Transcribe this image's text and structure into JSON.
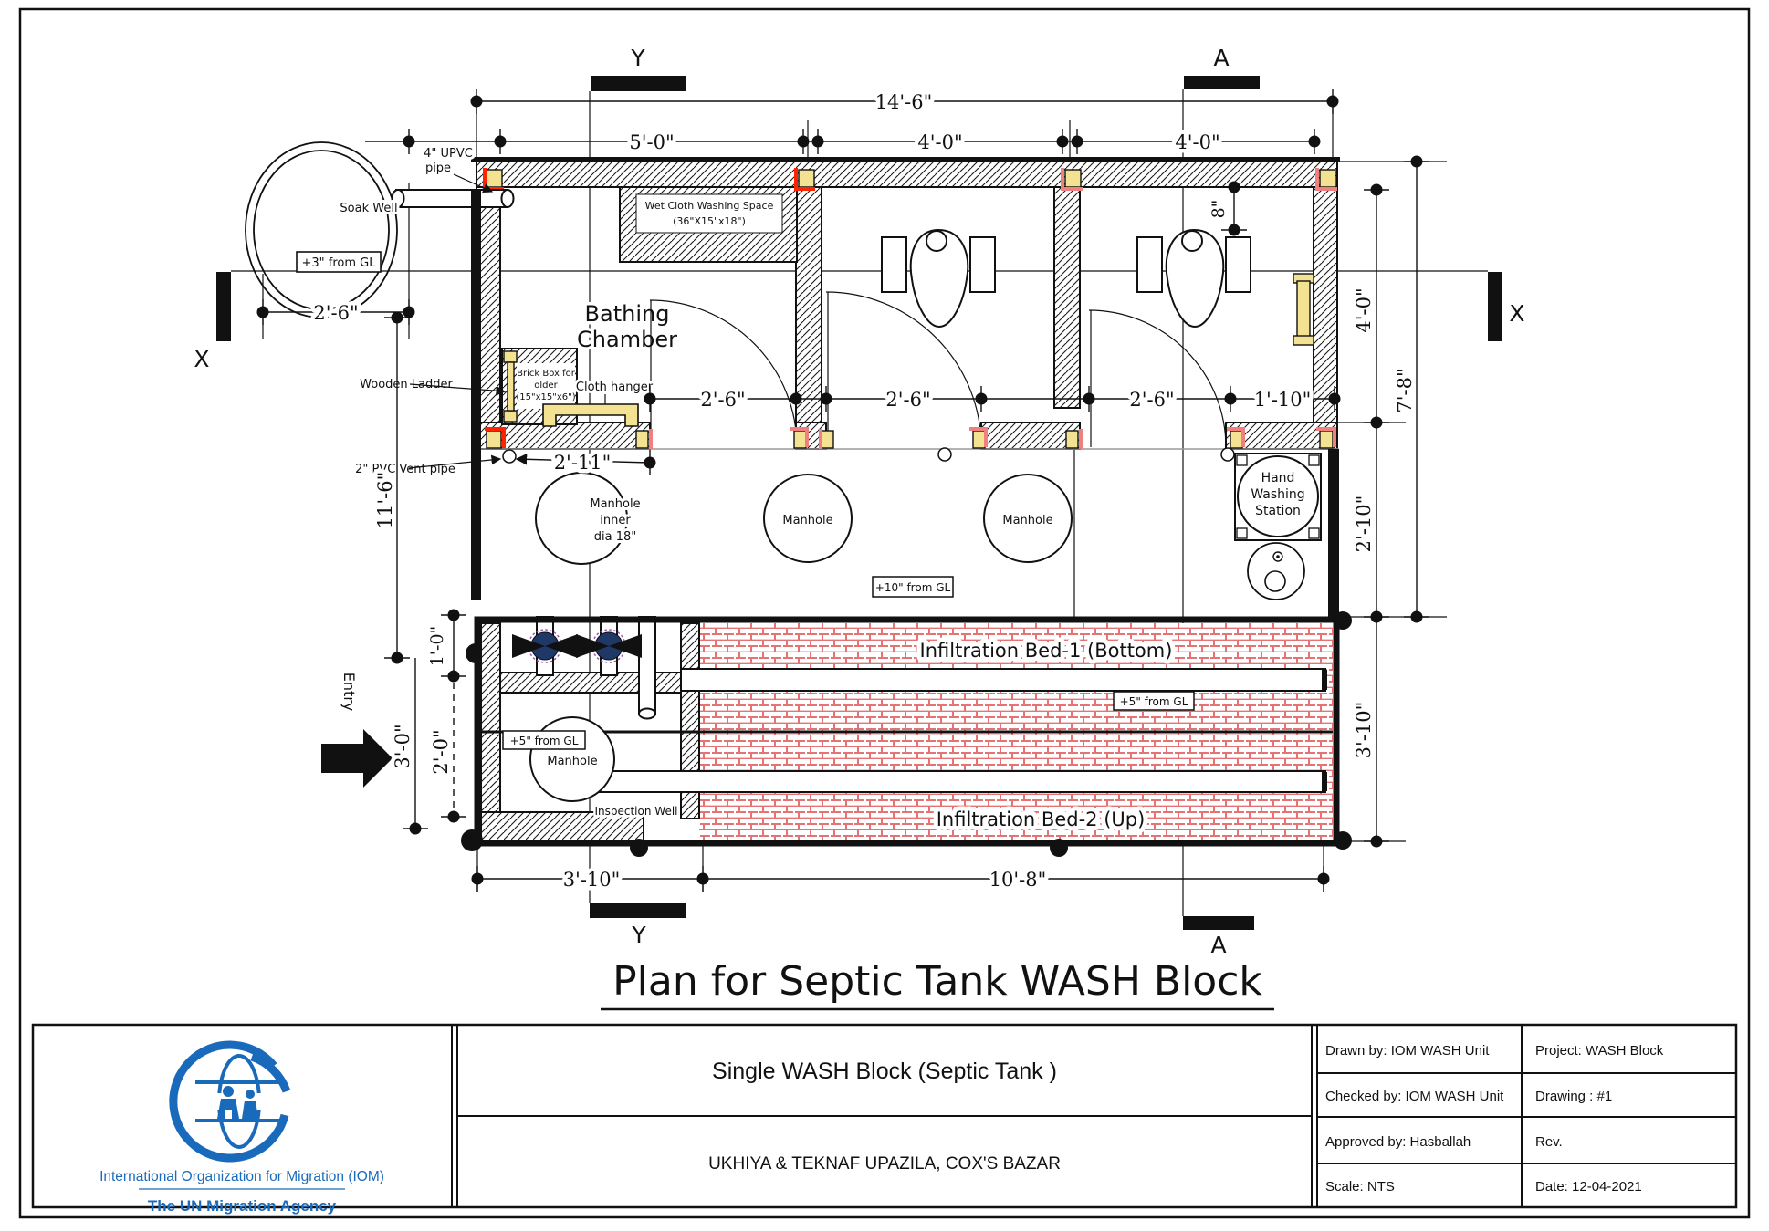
{
  "page": {
    "title": "Plan for Septic Tank WASH Block"
  },
  "colors": {
    "column_yellow": "#F2E292",
    "column_red": "#FF2400",
    "column_pink": "#F08080",
    "valve_navy": "#1F3868",
    "brick_red": "#E57373",
    "iom_blue": "#1A6ABB"
  },
  "markers": {
    "y_top": "Y",
    "a_top": "A",
    "x_left": "X",
    "x_right": "X",
    "y_bottom": "Y",
    "a_bottom": "A"
  },
  "dims": {
    "overall_width": "14'-6\"",
    "bay_1": "5'-0\"",
    "bay_2": "4'-0\"",
    "bay_3": "4'-0\"",
    "soak_to_wall": "2'-6\"",
    "bathing_door": "2'-6\"",
    "toilet1_door": "2'-6\"",
    "toilet2_door": "2'-6\"",
    "handwash_bay": "1'-10\"",
    "wall_offset": "8\"",
    "manhole_offset": "2'-11\"",
    "left_height": "11'-6\"",
    "septic_wall": "1'-0\"",
    "septic_height": "3'-0\"",
    "septic_inner": "2'-0\"",
    "right_top": "4'-0\"",
    "right_overall": "7'-8\"",
    "right_mid": "2'-10\"",
    "bed_height": "3'-10\"",
    "septic_width": "3'-10\"",
    "bed_width": "10'-8\""
  },
  "labels": {
    "upvc_line1": "4\" UPVC",
    "upvc_line2": "pipe",
    "soak_well": "Soak Well",
    "soak_gl": "+3\" from GL",
    "wet_cloth_line1": "Wet Cloth Washing Space",
    "wet_cloth_line2": "(36\"X15\"x18\")",
    "bathing_line1": "Bathing",
    "bathing_line2": "Chamber",
    "wooden_ladder": "Wooden Ladder",
    "brick_box_line1": "Brick Box for",
    "brick_box_line2": "older",
    "brick_box_line3": "(15\"x15\"x6\")",
    "cloth_hanger": "Cloth hanger",
    "vent_pipe": "2\" PVC Vent pipe",
    "manhole_main_line1": "Manhole",
    "manhole_main_line2": "inner",
    "manhole_main_line3": "dia 18\"",
    "manhole_2": "Manhole",
    "manhole_3": "Manhole",
    "manhole_septic": "Manhole",
    "handwash_line1": "Hand",
    "handwash_line2": "Washing",
    "handwash_line3": "Station",
    "gl_plus10": "+10\" from GL",
    "gl_plus5_septic": "+5\" from GL",
    "gl_plus5_bed": "+5\" from GL",
    "inspection_well": "Inspection Well",
    "bed1": "Infiltration Bed-1 (Bottom)",
    "bed2": "Infiltration Bed-2 (Up)",
    "entry": "Entry"
  },
  "title_block": {
    "org_name": "International Organization for Migration (IOM)",
    "org_tagline": "The UN Migration Agency",
    "drawing_title": "Single WASH Block (Septic Tank )",
    "location": "UKHIYA & TEKNAF UPAZILA, COX'S BAZAR",
    "drawn_by": "Drawn by: IOM WASH Unit",
    "checked_by": "Checked by: IOM WASH Unit",
    "approved_by": "Approved by: Hasballah",
    "scale": "Scale: NTS",
    "project": "Project: WASH Block",
    "drawing_no": "Drawing : #1",
    "rev": "Rev.",
    "date": "Date:  12-04-2021"
  }
}
